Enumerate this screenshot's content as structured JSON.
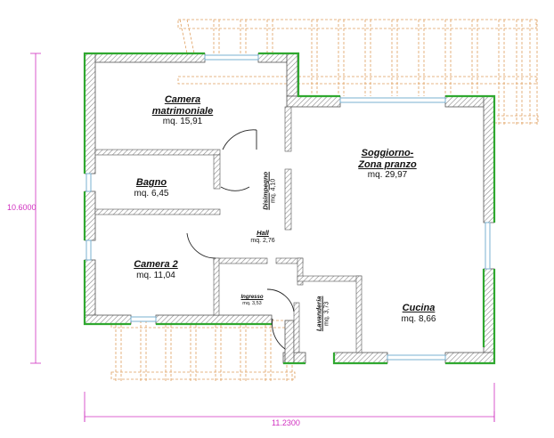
{
  "rooms": {
    "camera_matrimoniale": {
      "name_line1": "Camera",
      "name_line2": "matrimoniale",
      "area": "mq. 15,91"
    },
    "bagno": {
      "name": "Bagno",
      "area": "mq. 6,45"
    },
    "camera2": {
      "name": "Camera 2",
      "area": "mq. 11,04"
    },
    "disimpegno": {
      "name": "Disimpegno",
      "area": "mq. 4,10"
    },
    "hall": {
      "name": "Hall",
      "area": "mq. 2,76"
    },
    "ingresso": {
      "name": "Ingresso",
      "area": "mq. 3,53"
    },
    "soggiorno": {
      "name_line1": "Soggiorno-",
      "name_line2": "Zona pranzo",
      "area": "mq. 29,97"
    },
    "lavanderia": {
      "name": "Lavanderia",
      "area": "mq. 3,73"
    },
    "cucina": {
      "name": "Cucina",
      "area": "mq. 8,66"
    }
  },
  "dimensions": {
    "height": "10.6000",
    "width": "11.2300"
  },
  "colors": {
    "wall_hatch": "#9a9a9a",
    "insulation": "#2fa82f",
    "pergola": "#e0a060",
    "dimension": "#d030c0"
  }
}
